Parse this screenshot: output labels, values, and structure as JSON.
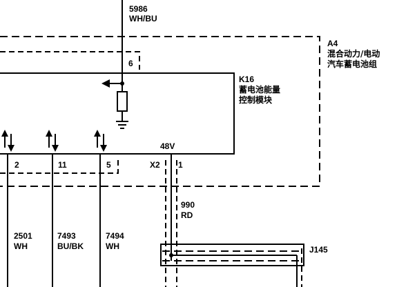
{
  "top_wire": {
    "circuit": "5986",
    "color": "WH/BU"
  },
  "a4": {
    "id": "A4",
    "name_line1": "混合动力/电动",
    "name_line2": "汽车蓄电池组"
  },
  "k16": {
    "id": "K16",
    "name_line1": "蓄电池能量",
    "name_line2": "控制模块",
    "voltage": "48V"
  },
  "connector_x2": "X2",
  "pins": {
    "p6": "6",
    "p2": "2",
    "p11": "11",
    "p5": "5",
    "p1": "1"
  },
  "wires": [
    {
      "circuit": "2501",
      "color": "WH"
    },
    {
      "circuit": "7493",
      "color": "BU/BK"
    },
    {
      "circuit": "7494",
      "color": "WH"
    },
    {
      "circuit": "990",
      "color": "RD"
    }
  ],
  "j145": "J145"
}
